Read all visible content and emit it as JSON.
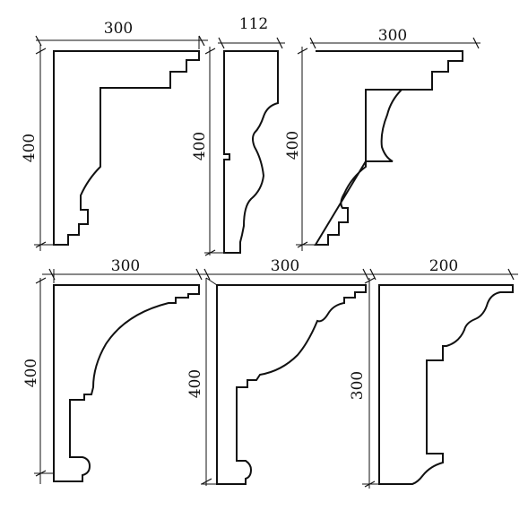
{
  "colors": {
    "line": "#111111",
    "background": "#ffffff"
  },
  "profiles": [
    {
      "id": "p1",
      "width_label": "300",
      "height_label": "400"
    },
    {
      "id": "p2",
      "width_label": "112",
      "height_label": "400"
    },
    {
      "id": "p3",
      "width_label": "300",
      "height_label": "400"
    },
    {
      "id": "p4",
      "width_label": "300",
      "height_label": "400"
    },
    {
      "id": "p5",
      "width_label": "300",
      "height_label": "400"
    },
    {
      "id": "p6",
      "width_label": "200",
      "height_label": "300"
    }
  ]
}
